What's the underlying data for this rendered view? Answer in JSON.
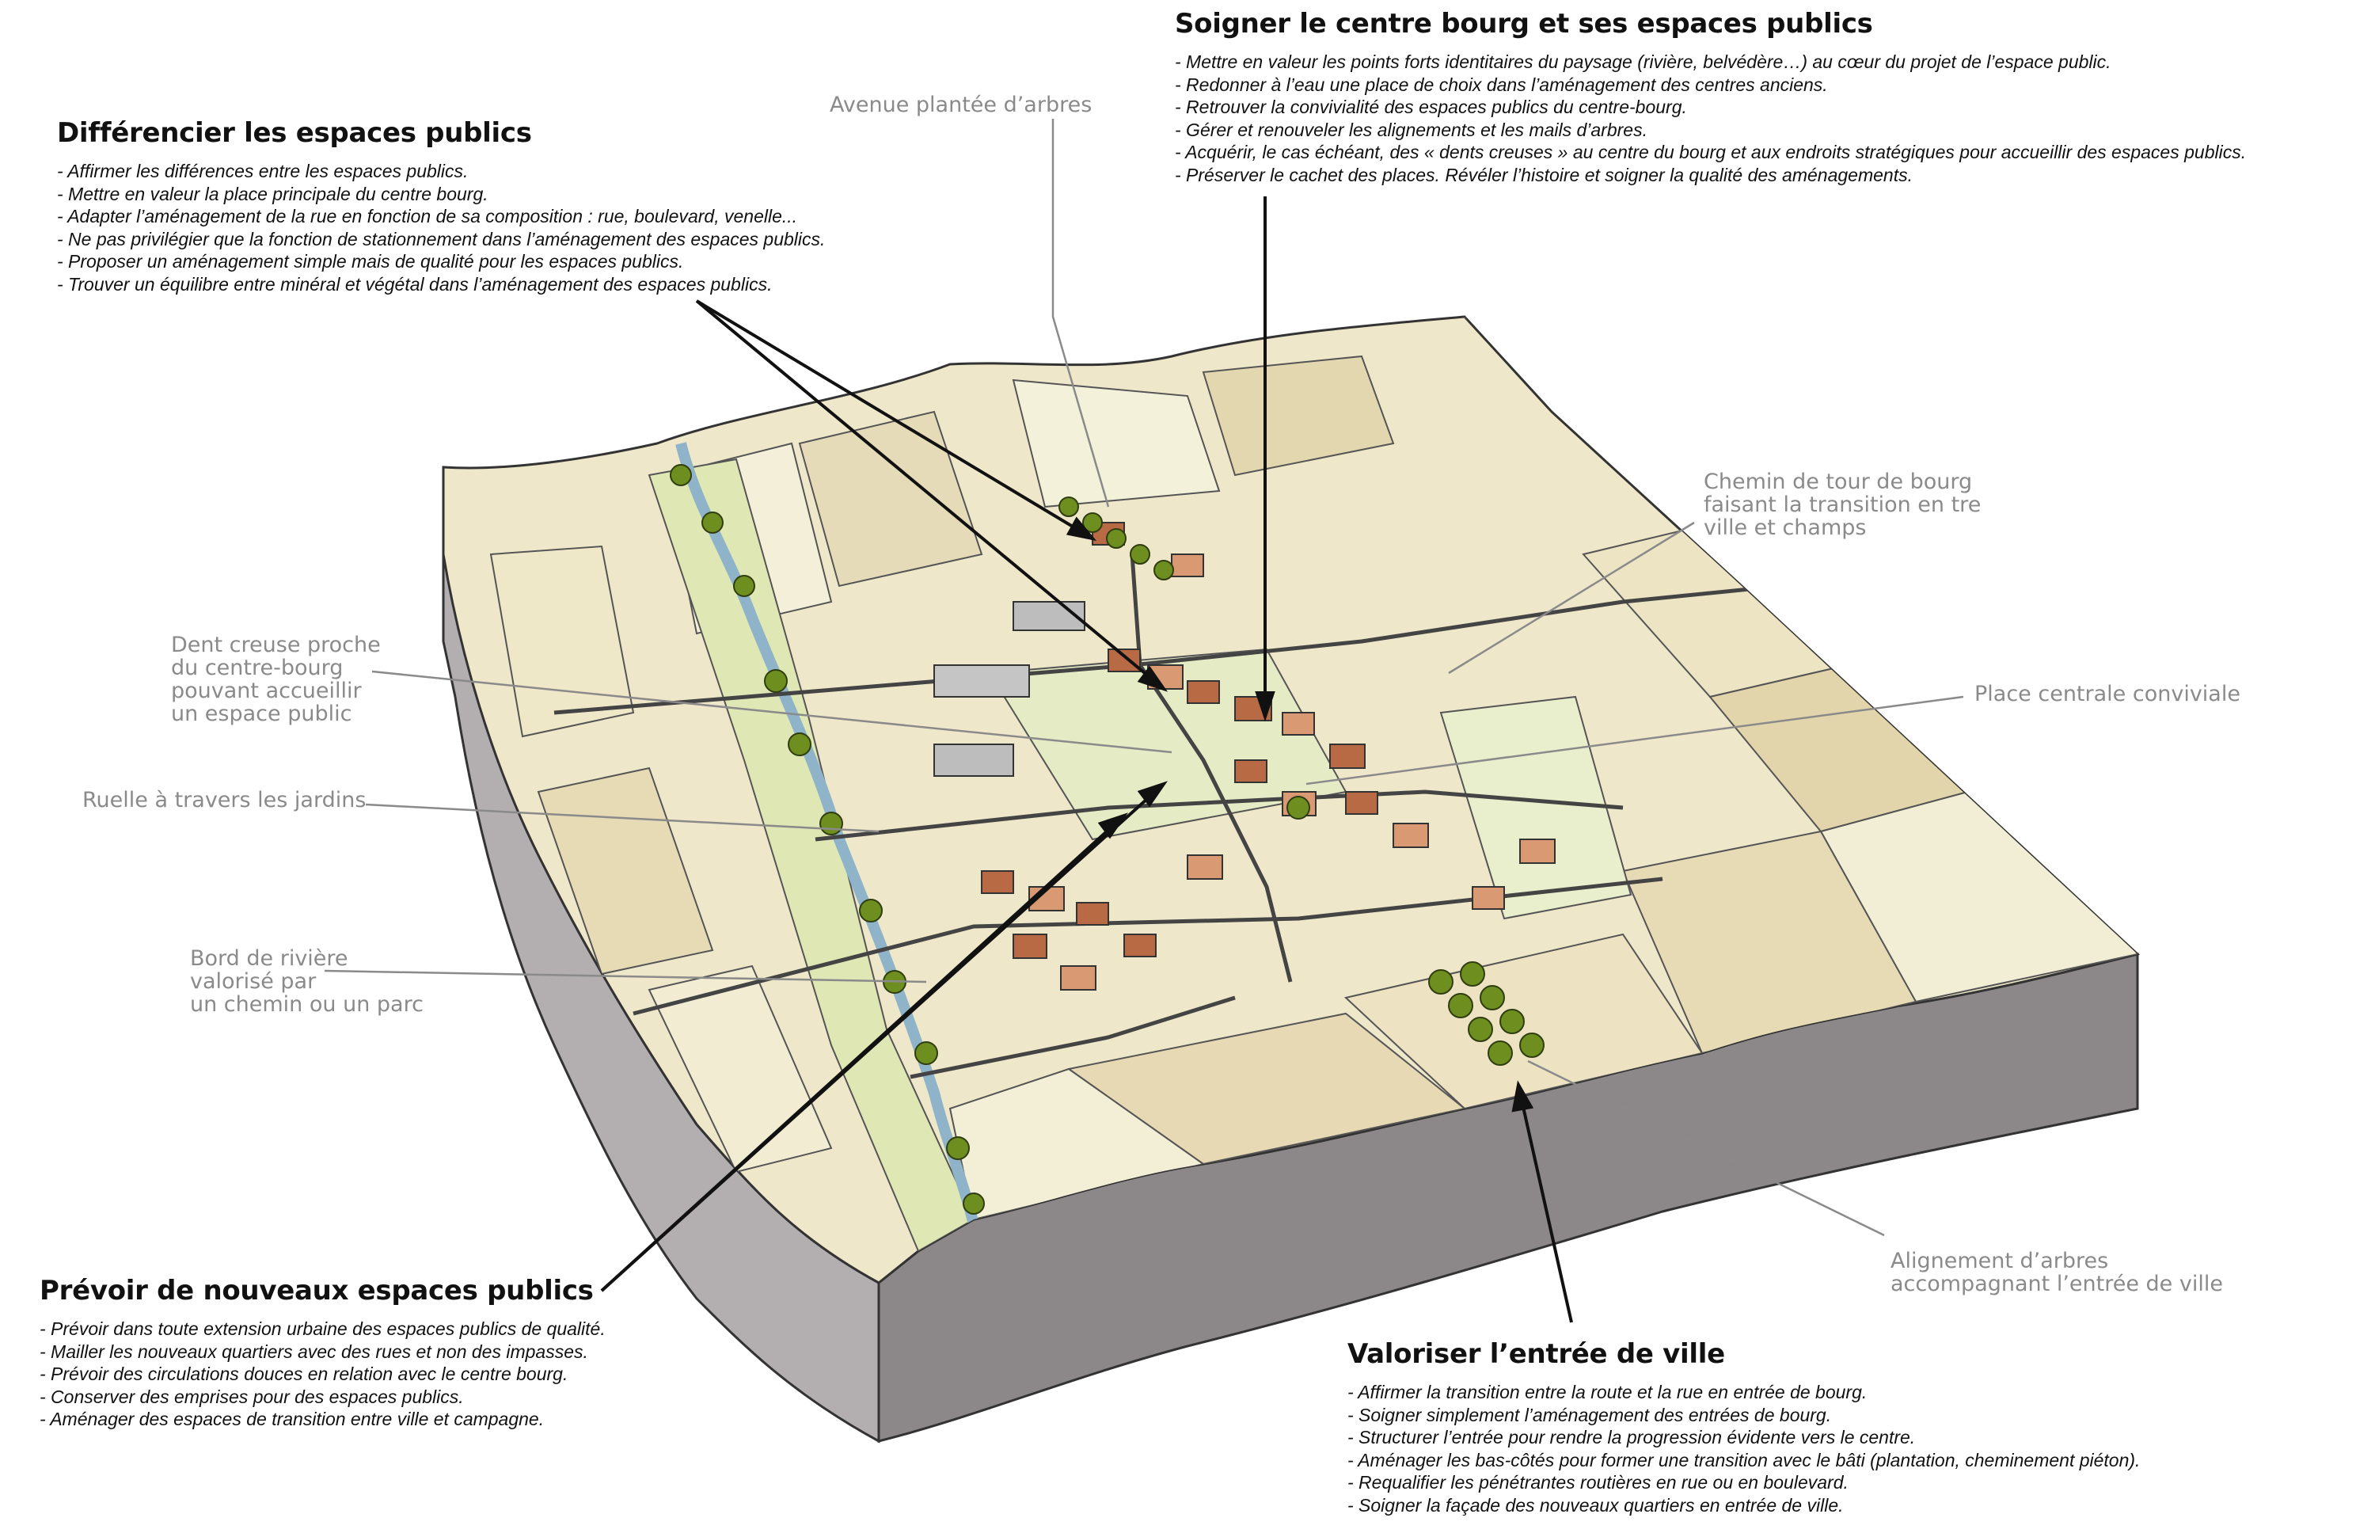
{
  "blocks": {
    "differencier": {
      "title": "Différencier les espaces publics",
      "items": [
        "- Affirmer les différences entre les espaces publics.",
        "- Mettre en valeur la place principale du centre bourg.",
        "- Adapter l’aménagement de la rue en fonction de sa composition : rue, boulevard, venelle...",
        "- Ne pas privilégier que la fonction de stationnement dans l’aménagement des espaces publics.",
        "- Proposer un aménagement simple mais de qualité pour les espaces publics.",
        "- Trouver un équilibre entre minéral et végétal dans l’aménagement des espaces publics."
      ]
    },
    "soigner": {
      "title": "Soigner le centre bourg et ses espaces publics",
      "items": [
        "- Mettre en valeur les points forts identitaires du paysage (rivière, belvédère…) au cœur du projet de l’espace public.",
        "- Redonner à l’eau une place de choix dans l’aménagement des centres anciens.",
        "- Retrouver la convivialité des espaces publics du centre-bourg.",
        "- Gérer et renouveler les alignements et les mails d’arbres.",
        "- Acquérir, le cas échéant, des « dents creuses » au centre du bourg et aux endroits stratégiques pour accueillir des espaces publics.",
        "- Préserver le cachet des places. Révéler l’histoire et soigner la qualité des aménagements."
      ]
    },
    "prevoir": {
      "title": "Prévoir de nouveaux espaces publics",
      "items": [
        "- Prévoir dans toute extension urbaine des espaces publics de qualité.",
        "- Mailler les nouveaux quartiers avec des rues et non des impasses.",
        "- Prévoir des circulations douces en relation avec le centre bourg.",
        "- Conserver des emprises pour des espaces publics.",
        "- Aménager des espaces de transition entre ville et campagne."
      ]
    },
    "valoriser": {
      "title": "Valoriser l’entrée de ville",
      "items": [
        "- Affirmer la transition entre la route et la rue en entrée de bourg.",
        "- Soigner simplement l’aménagement des entrées de bourg.",
        "- Structurer l’entrée pour rendre la progression évidente vers le centre.",
        "- Aménager les bas-côtés pour former une transition avec le bâti (plantation, cheminement piéton).",
        "- Requalifier les pénétrantes routières en rue ou en boulevard.",
        "- Soigner la façade des nouveaux quartiers en entrée de ville."
      ]
    }
  },
  "labels": {
    "avenue": [
      "Avenue plantée d’arbres"
    ],
    "chemin_tour": [
      "Chemin de tour de bourg",
      "faisant la transition en tre",
      "ville et champs"
    ],
    "dent_creuse": [
      "Dent creuse  proche",
      "du centre-bourg",
      "pouvant accueillir",
      "un espace public"
    ],
    "place_centrale": [
      "Place centrale conviviale"
    ],
    "ruelle": [
      "Ruelle à travers les jardins"
    ],
    "bord_riviere": [
      "Bord de rivière",
      "valorisé par",
      "un chemin ou un parc"
    ],
    "alignement": [
      "Alignement d’arbres",
      "accompagnant l’entrée de ville"
    ]
  },
  "colors": {
    "field_light": "#f3efd8",
    "field_beige": "#e6dbb8",
    "field_green": "#dfe8b4",
    "roof": "#b86a45",
    "roof_light": "#d99a73",
    "tree": "#6e8f1f",
    "river": "#8fb3c9",
    "block_side": "#8c8889",
    "leader_black": "#111111",
    "leader_grey": "#8a8a8a"
  }
}
